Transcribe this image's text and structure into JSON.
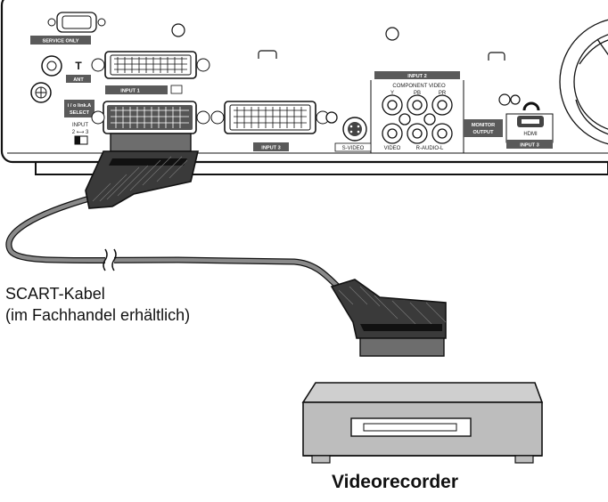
{
  "panel": {
    "service_only": "SERVICE ONLY",
    "ant": "ANT",
    "input1": "INPUT 1",
    "ilink_select_1": "i / o link.A",
    "ilink_select_2": "SELECT",
    "input_switch": "INPUT",
    "input_switch_values": "2 ⟷ 3",
    "input3_scart": "INPUT 3",
    "input2": "INPUT 2",
    "component_video": "COMPONENT VIDEO",
    "y": "Y",
    "pb": "PB",
    "pr": "PR",
    "s_video": "S-VIDEO",
    "video": "VIDEO",
    "audio": "R-AUDIO-L",
    "monitor_output_1": "MONITOR",
    "monitor_output_2": "OUTPUT",
    "hdmi": "HDMI",
    "input3_hdmi": "INPUT 3"
  },
  "captions": {
    "cable_line1": "SCART-Kabel",
    "cable_line2": "(im Fachhandel erhältlich)",
    "device": "Videorecorder"
  },
  "colors": {
    "panel_fill": "#ffffff",
    "outline": "#111111",
    "cable": "#777777",
    "plug_dark": "#3a3a3a",
    "label_box": "#5a5a5a",
    "recorder": "#bdbdbd"
  }
}
